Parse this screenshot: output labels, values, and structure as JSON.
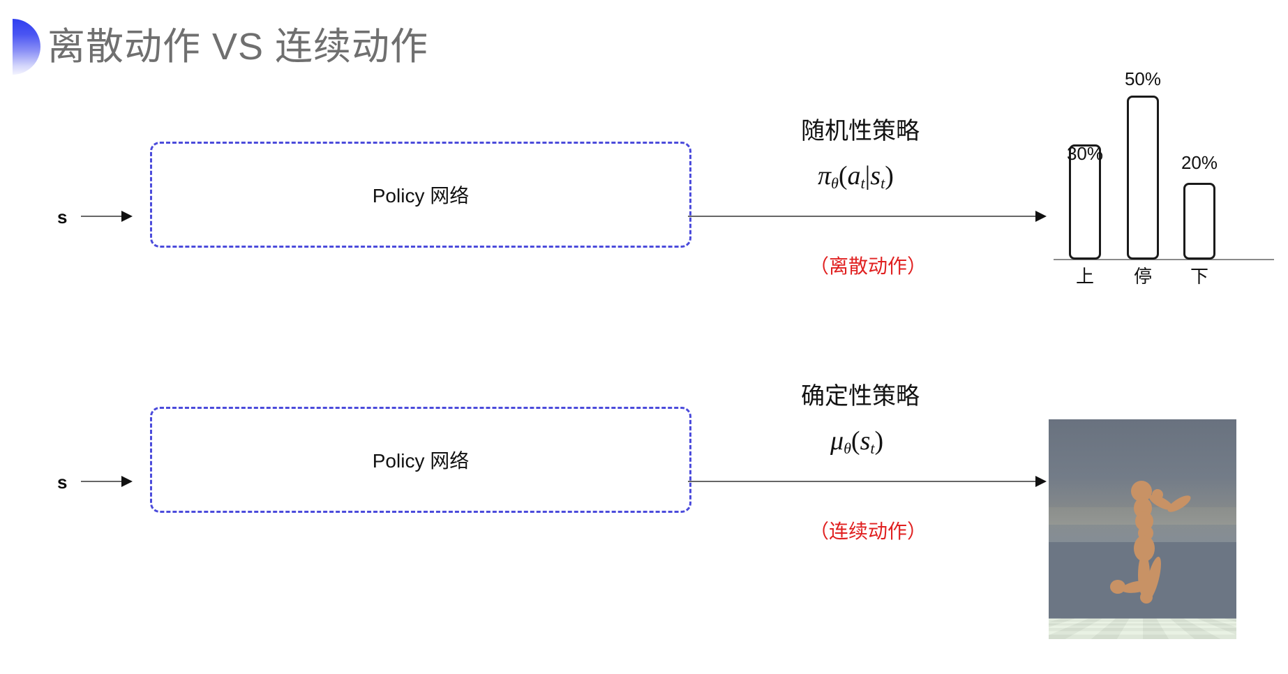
{
  "slide": {
    "title": "离散动作 VS 连续动作",
    "background_color": "#ffffff",
    "title_color": "#6f6f6f",
    "accent_color": "#4b4bdb",
    "note_color": "#e02020"
  },
  "rows": [
    {
      "id": "discrete",
      "state_label": "s",
      "box_label": "Policy 网络",
      "policy_kind": "随机性策略",
      "formula_plain": "π_θ(a_t|s_t)",
      "formula_parts": {
        "symbol": "π",
        "theta": "θ",
        "open": "(",
        "action": "a",
        "action_sub": "t",
        "bar": "|",
        "state": "s",
        "state_sub": "t",
        "close": ")"
      },
      "action_note": "（离散动作）"
    },
    {
      "id": "continuous",
      "state_label": "s",
      "box_label": "Policy 网络",
      "policy_kind": "确定性策略",
      "formula_plain": "μ_θ(s_t)",
      "formula_parts": {
        "symbol": "μ",
        "theta": "θ",
        "open": "(",
        "state": "s",
        "state_sub": "t",
        "close": ")"
      },
      "action_note": "（连续动作）"
    }
  ],
  "chart_data": {
    "type": "bar",
    "title": "",
    "xlabel": "",
    "ylabel": "",
    "categories": [
      "上",
      "停",
      "下"
    ],
    "values": [
      30,
      50,
      20
    ],
    "value_labels": [
      "30%",
      "50%",
      "20%"
    ],
    "ylim": [
      0,
      55
    ],
    "grid": false,
    "legend": false,
    "bar_fill": "#ffffff",
    "bar_stroke": "#1a1a1a",
    "axis_color": "#8a8a8a"
  },
  "simulation": {
    "name": "humanoid-mujoco-render",
    "description": "MuJoCo humanoid kneeling on a black and white checkerboard floor under a gray sky"
  }
}
